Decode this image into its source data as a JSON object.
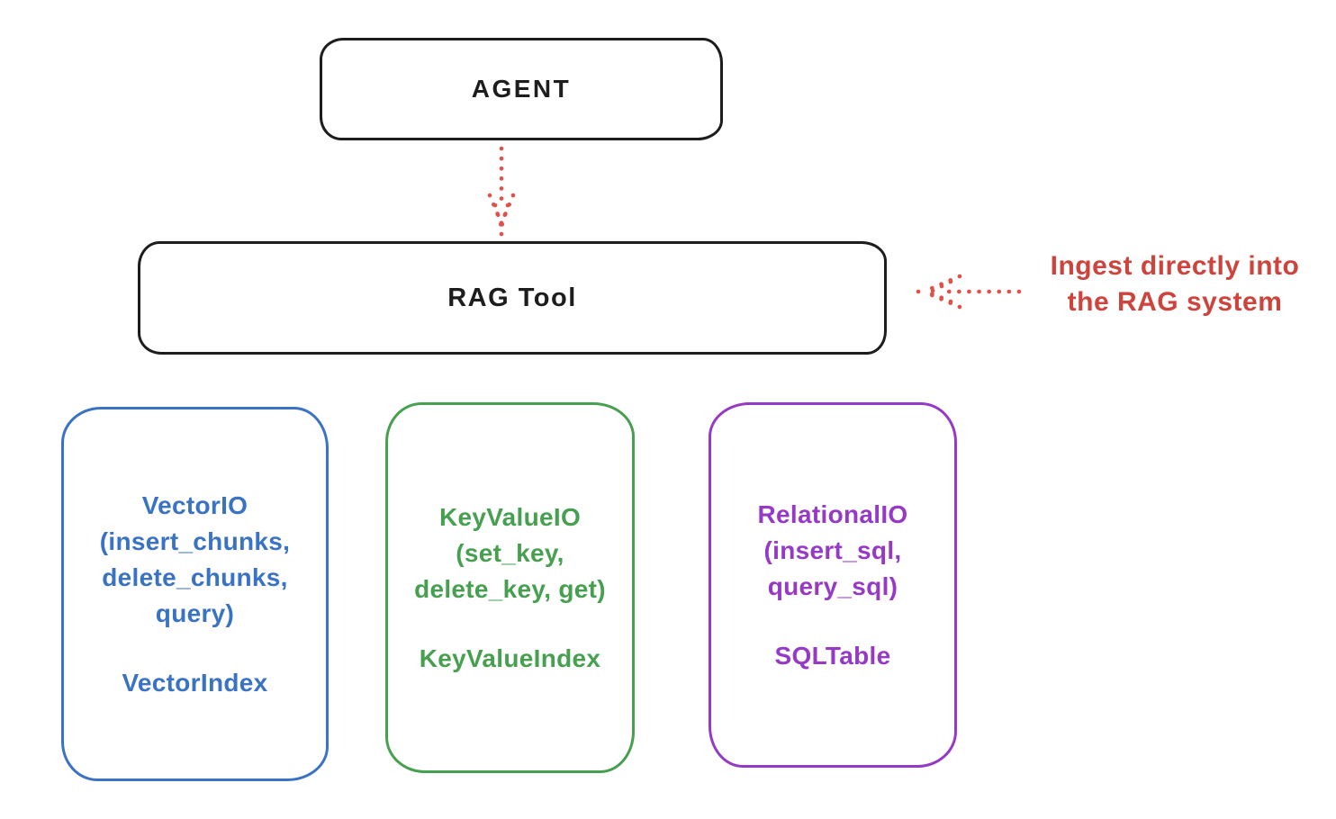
{
  "diagram": {
    "colors": {
      "ink": "#1d1d1d",
      "red": "#cd443d",
      "arrow_red": "#df5149",
      "blue": "#3a72c4",
      "green": "#46a04f",
      "purple": "#9639c6"
    },
    "agent_box": {
      "label": "AGENT"
    },
    "rag_tool_box": {
      "label": "RAG Tool"
    },
    "annotation": {
      "text_line1": "Ingest directly into",
      "text_line2": "the RAG system"
    },
    "icons": {
      "arrow_down": "dotted-arrow-down",
      "arrow_left": "dotted-arrow-left"
    },
    "backends": [
      {
        "name": "vector-io",
        "color": "#3a72c4",
        "lines": [
          "VectorIO",
          "(insert_chunks,",
          "delete_chunks,",
          "query)"
        ],
        "index_label": "VectorIndex"
      },
      {
        "name": "keyvalue-io",
        "color": "#46a04f",
        "lines": [
          "KeyValueIO",
          "(set_key,",
          "delete_key, get)"
        ],
        "index_label": "KeyValueIndex"
      },
      {
        "name": "relational-io",
        "color": "#9639c6",
        "lines": [
          "RelationalIO",
          "(insert_sql,",
          "query_sql)"
        ],
        "index_label": "SQLTable"
      }
    ]
  }
}
